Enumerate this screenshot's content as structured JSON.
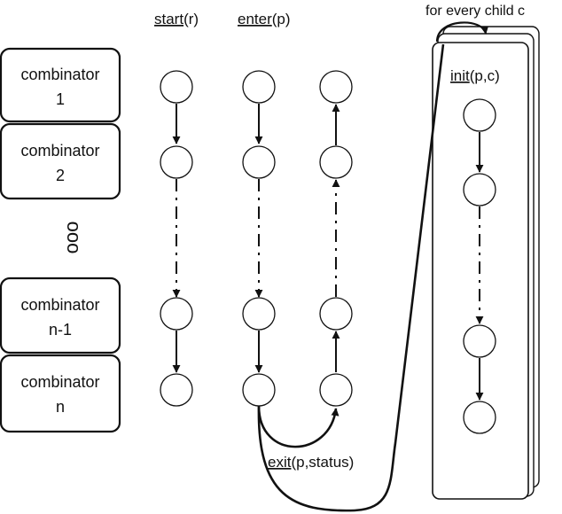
{
  "combinators": [
    {
      "line1": "combinator",
      "line2": "1"
    },
    {
      "line1": "combinator",
      "line2": "2"
    },
    {
      "line1": "combinator",
      "line2": "n-1"
    },
    {
      "line1": "combinator",
      "line2": "n"
    }
  ],
  "ellipsis": "ooo",
  "columns": {
    "start": {
      "name": "start",
      "args": "(r)"
    },
    "enter": {
      "name": "enter",
      "args": "(p)"
    },
    "init": {
      "name": "init",
      "args": "(p,c)"
    }
  },
  "exit_label": {
    "name": "exit",
    "args": "(p,status)"
  },
  "loop_label": "for every child c"
}
